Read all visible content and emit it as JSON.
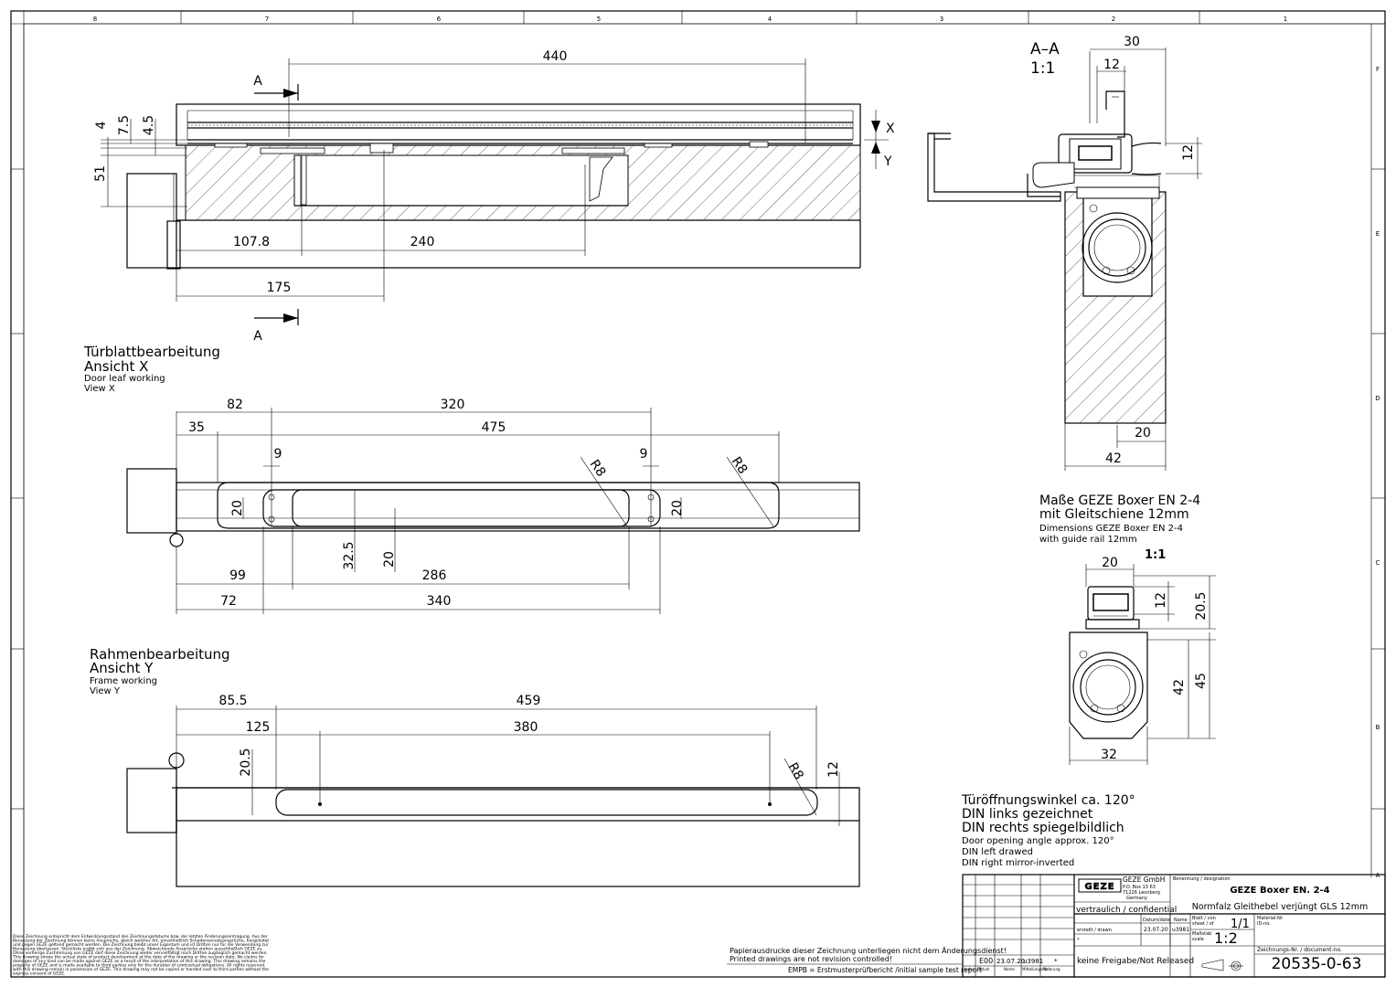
{
  "frame": {
    "top_zones": [
      "8",
      "7",
      "6",
      "5",
      "4",
      "3",
      "2",
      "1"
    ],
    "side_zones": [
      "F",
      "E",
      "D",
      "C",
      "B",
      "A"
    ]
  },
  "top_view": {
    "dims": {
      "d440": "440",
      "d107": "107.8",
      "d240": "240",
      "d175": "175",
      "d51": "51",
      "d4": "4",
      "d75": "7.5",
      "d45": "4.5"
    },
    "section_mark": "A",
    "x_mark": "X",
    "y_mark": "Y"
  },
  "section_view": {
    "title": "A–A",
    "scale": "1:1",
    "dims": {
      "d30": "30",
      "d12a": "12",
      "d12b": "12",
      "d20": "20",
      "d42": "42"
    }
  },
  "door_leaf": {
    "title_de": "Türblattbearbeitung",
    "view_de": "Ansicht X",
    "title_en": "Door leaf working",
    "view_en": "View X",
    "dims": {
      "d82": "82",
      "d320": "320",
      "d35": "35",
      "d475": "475",
      "d9a": "9",
      "d9b": "9",
      "r8a": "R8",
      "r8b": "R8",
      "d20a": "20",
      "d20b": "20",
      "d325": "32.5",
      "d20c": "20",
      "d99": "99",
      "d286": "286",
      "d72": "72",
      "d340": "340"
    }
  },
  "frame_working": {
    "title_de": "Rahmenbearbeitung",
    "view_de": "Ansicht Y",
    "title_en": "Frame working",
    "view_en": "View Y",
    "dims": {
      "d855": "85.5",
      "d459": "459",
      "d125": "125",
      "d380": "380",
      "d205": "20.5",
      "r8": "R8",
      "d12": "12"
    }
  },
  "dimensions_note": {
    "de1": "Maße GEZE Boxer EN 2-4",
    "de2": "mit Gleitschiene 12mm",
    "en1": "Dimensions GEZE Boxer EN 2-4",
    "en2": "with guide rail 12mm"
  },
  "detail_view": {
    "scale": "1:1",
    "dims": {
      "d20": "20",
      "d12": "12",
      "d205": "20.5",
      "d42": "42",
      "d45": "45",
      "d32": "32"
    }
  },
  "opening_note": {
    "l1": "Türöffnungswinkel ca. 120°",
    "l2": "DIN links gezeichnet",
    "l3": "DIN rechts spiegelbildlich",
    "l4": "Door opening angle approx. 120°",
    "l5": "DIN left drawed",
    "l6": "DIN right mirror-inverted"
  },
  "disclaimer": {
    "l1": "Papierausdrucke dieser Zeichnung unterliegen nicht dem Änderungsdienst!",
    "l2": "Printed drawings are not revision controlled!",
    "l3": "EMPB = Erstmusterprüfbericht /initial sample test report"
  },
  "legal_text": [
    "Diese Zeichnung entspricht dem Entwicklungsstand des Zeichnungsdatums bzw. der letzten Änderungseintragung. Aus der",
    "Benutzung der Zeichnung können keine Ansprüche, gleich welcher Art, einschließlich Schadensersatzansprüche, hergeleitet",
    "und gegen GEZE geltend gemacht werden. Die Zeichnung bleibt unser Eigentum und ist Dritten nur für die Verwendung zur",
    "Benutzung überlassen. Stückliste ergibt sich aus der Zeichnung. Abweichende Ansprüche stehen ausschließlich GEZE zu.",
    "Ohne vorherige Zustimmung von GEZE darf diese Zeichnung weder vervielfältigt noch Dritten zugänglich gemacht werden.",
    "This drawing shows the actual state of product development at the date of the drawing or the revision date. No claims for",
    "damages of any kind can be made against GEZE as a result of the interpretation of this drawing. This drawing remains the",
    "property of GEZE and is made available to third parties only for the duration of contractual obligations. All rights reserved.",
    "with this drawing remain in possession of GEZE. This drawing may not be copied or handed over to third parties without the",
    "express consent of GEZE."
  ],
  "title_block": {
    "company": "GEZE GmbH",
    "addr1": "P.O. Box 13 63",
    "addr2": "71226 Leonberg",
    "addr3": "Germany",
    "logo": "GEZE",
    "confidential": "vertraulich / confidential",
    "designation_label": "Benennung / designation",
    "designation1": "GEZE Boxer EN. 2-4",
    "designation2": "Normfalz Gleithebel verjüngt GLS 12mm",
    "date_label": "Datum/date",
    "name_label": "Name",
    "sheet_label1": "Blatt / von",
    "sheet_label2": "sheet / of",
    "sheet": "1/1",
    "material_label1": "Material-Nr.",
    "material_label2": "ID-no.",
    "created_label": "erstellt / drawn",
    "created_date": "23.07.20",
    "created_name": "u3981",
    "scale_label1": "Maßstab",
    "scale_label2": "scale",
    "scale": "1:2",
    "release": "keine Freigabe/Not Released",
    "docno_label": "Zeichnungs-Nr. / document-no.",
    "docno": "20535-0-63",
    "rev_index": "E00",
    "rev_date": "23.07.20",
    "rev_name": "u3981",
    "rev_note": "*",
    "rev_h1": "Index",
    "rev_h2": "Datum",
    "rev_h3": "Name",
    "rev_h4": "Mitteilungs-Nr.",
    "rev_h5": "Anderung"
  }
}
